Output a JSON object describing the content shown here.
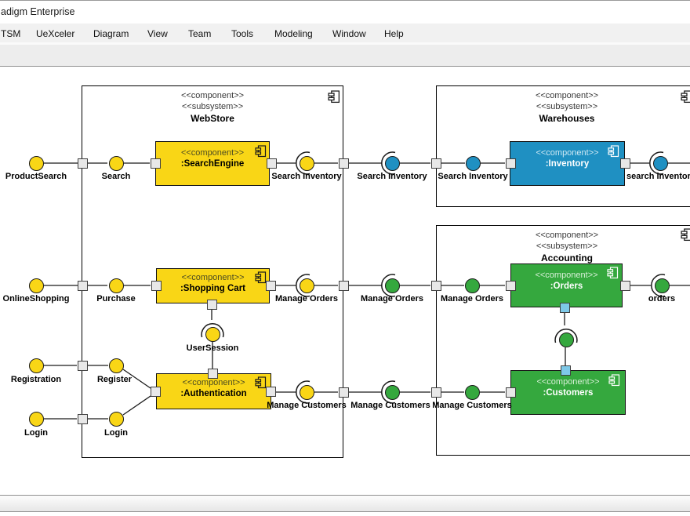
{
  "window_chrome": {
    "title": "adigm Enterprise"
  },
  "menu": {
    "items": [
      "TSM",
      "UeXceler",
      "Diagram",
      "View",
      "Team",
      "Tools",
      "Modeling",
      "Window",
      "Help"
    ]
  },
  "diagram": {
    "stereotype_component": "<<component>>",
    "stereotype_subsystem": "<<subsystem>>",
    "subsystems": [
      {
        "name": "WebStore"
      },
      {
        "name": "Warehouses"
      },
      {
        "name": "Accounting"
      }
    ],
    "components": [
      {
        "name": ":SearchEngine"
      },
      {
        "name": ":Shopping Cart"
      },
      {
        "name": ":Authentication"
      },
      {
        "name": ":Inventory"
      },
      {
        "name": ":Orders"
      },
      {
        "name": ":Customers"
      }
    ],
    "interfaces": [
      {
        "label": "ProductSearch"
      },
      {
        "label": "Search"
      },
      {
        "label": "Search Inventory"
      },
      {
        "label": "Search Inventory"
      },
      {
        "label": "Search Inventory"
      },
      {
        "label": "search inventory"
      },
      {
        "label": "OnlineShopping"
      },
      {
        "label": "Purchase"
      },
      {
        "label": "Manage Orders"
      },
      {
        "label": "Manage Orders"
      },
      {
        "label": "Manage Orders"
      },
      {
        "label": "orders"
      },
      {
        "label": "Manage Customers"
      },
      {
        "label": "Manage Customers"
      },
      {
        "label": "Manage Customers"
      },
      {
        "label": "Registration"
      },
      {
        "label": "Register"
      },
      {
        "label": "Login"
      },
      {
        "label": "Login"
      },
      {
        "label": "UserSession"
      }
    ],
    "colors": {
      "component_yellow": "#F9D616",
      "component_blue": "#1F90C2",
      "component_green": "#35A83E",
      "port_fill": "#E8E8E8",
      "delegate_port_fill": "#7EC9E8"
    }
  }
}
